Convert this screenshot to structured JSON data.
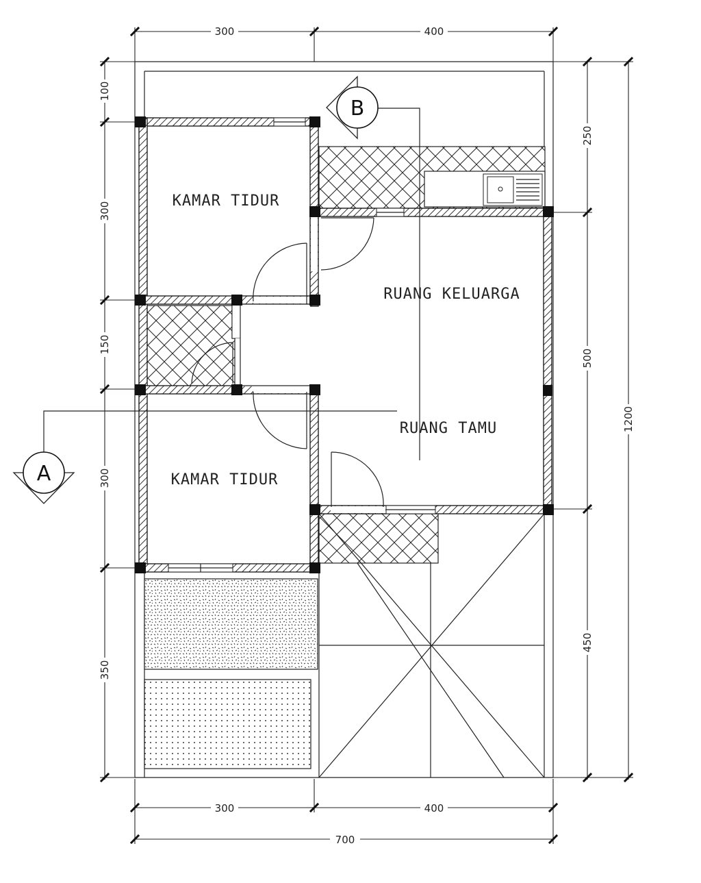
{
  "dimensions": {
    "top": [
      "300",
      "400"
    ],
    "bottom": [
      "300",
      "400"
    ],
    "overall_width": "700",
    "left": [
      "100",
      "300",
      "150",
      "300",
      "350"
    ],
    "right": [
      "250",
      "500",
      "450"
    ],
    "overall_height": "1200"
  },
  "rooms": {
    "bedroom_top": "KAMAR TIDUR",
    "bedroom_bottom": "KAMAR TIDUR",
    "family_room": "RUANG KELUARGA",
    "living_room": "RUANG TAMU"
  },
  "section_markers": {
    "a": "A",
    "b": "B"
  }
}
